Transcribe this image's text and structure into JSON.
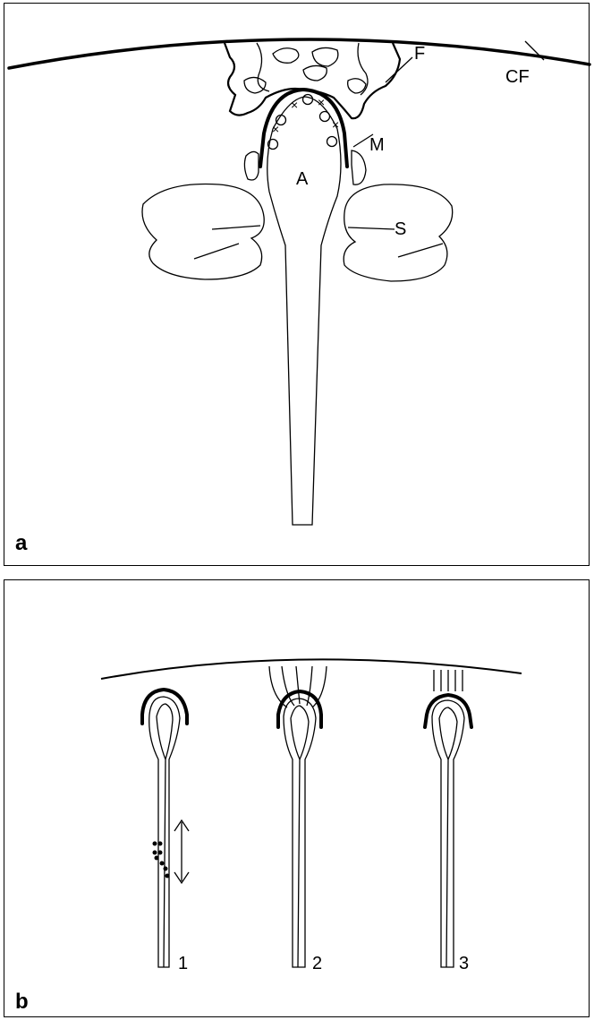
{
  "panels": [
    {
      "letter": "a",
      "labels": {
        "cf": "CF",
        "f": "F",
        "m": "M",
        "a": "A",
        "s": "S"
      },
      "markers": {
        "circle": "○",
        "cross": "×"
      }
    },
    {
      "letter": "b",
      "stages": [
        "1",
        "2",
        "3"
      ]
    }
  ]
}
